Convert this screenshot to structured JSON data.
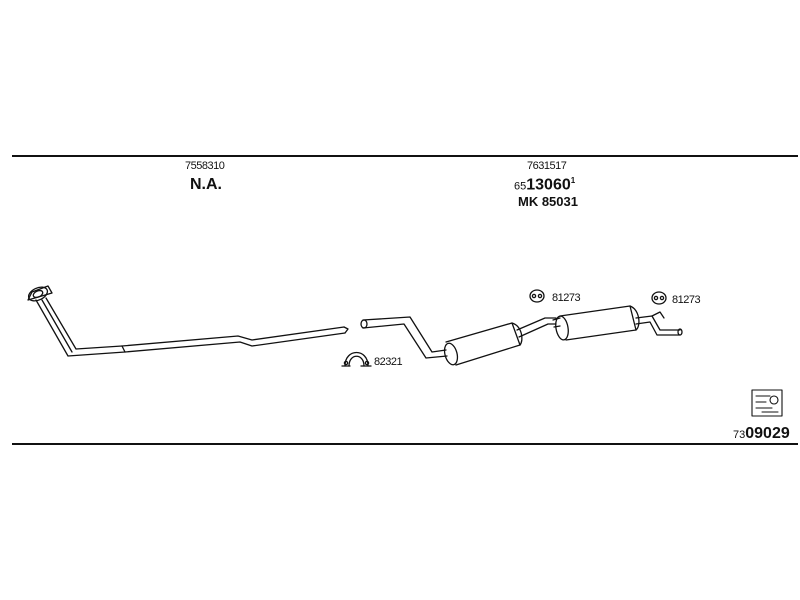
{
  "part_front": {
    "number": "7558310",
    "note": "N.A."
  },
  "part_rear": {
    "number": "7631517",
    "ref_prefix": "65",
    "ref_main": "13060",
    "ref_sup": "1",
    "mk": "MK 85031"
  },
  "clamp": {
    "label": "82321"
  },
  "hanger_1": {
    "label": "81273"
  },
  "hanger_2": {
    "label": "81273"
  },
  "catalog": {
    "prefix": "73",
    "number": "09029",
    "icon": "catalog-icon"
  }
}
